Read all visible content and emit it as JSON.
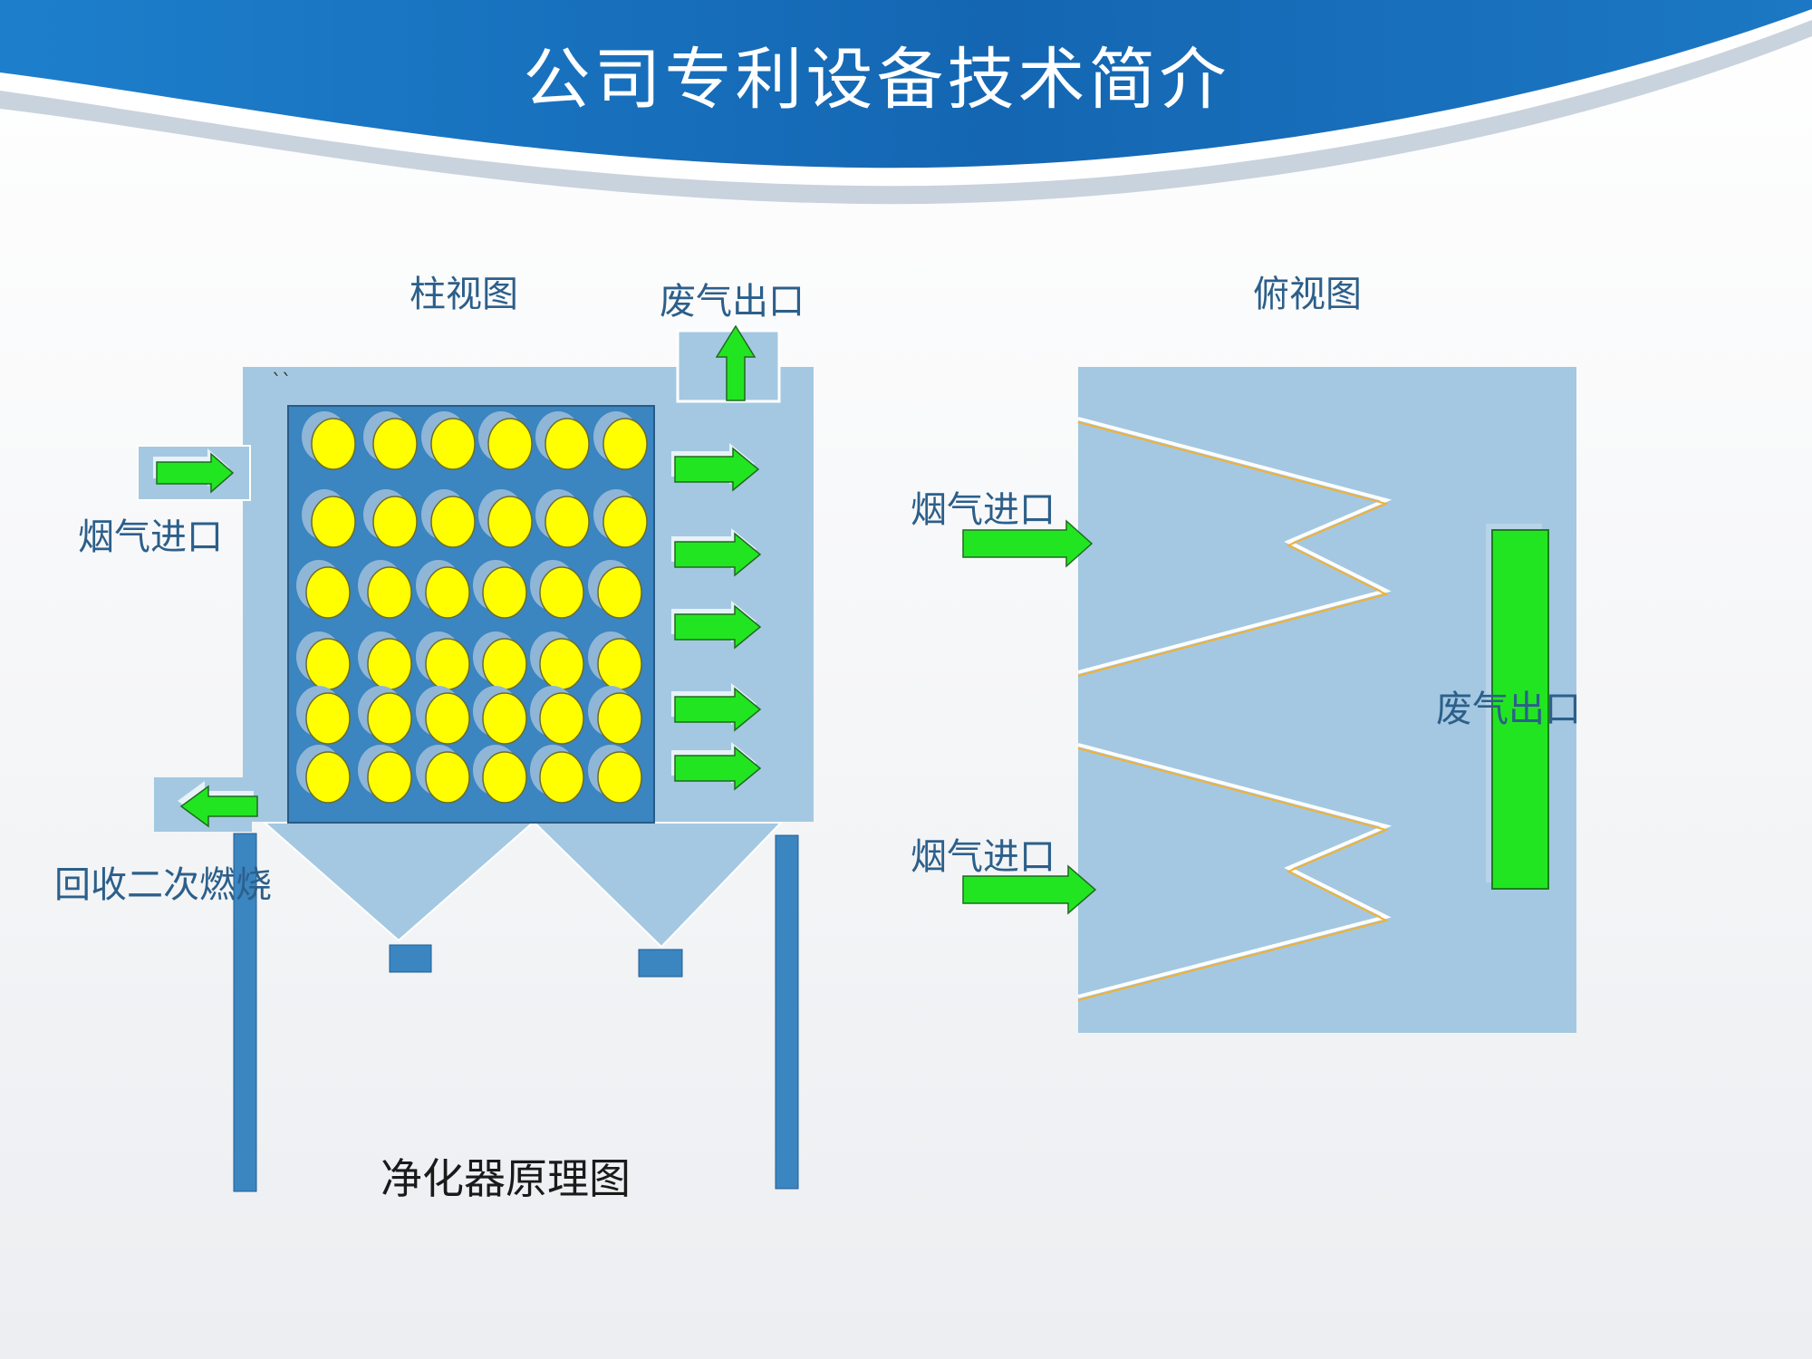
{
  "title": "公司专利设备技术简介",
  "side_view": {
    "caption": "柱视图",
    "exhaust_outlet": "废气出口",
    "flue_inlet": "烟气进口",
    "recycle": "回收二次燃烧",
    "stray_mark": "``",
    "diagram_title": "净化器原理图"
  },
  "top_view": {
    "caption": "俯视图",
    "inlet_top": "烟气进口",
    "inlet_bottom": "烟气进口",
    "exhaust_outlet": "废气出口"
  },
  "colors": {
    "header_blue": "#1669b5",
    "panel_light": "#a4c8e1",
    "filter_box": "#3b85c0",
    "filter_ball": "#ffff00",
    "arrow_green": "#22e522",
    "zigzag": "#f2b134",
    "support_leg": "#3b85c0"
  },
  "filter_grid": {
    "rows": 6,
    "cols": 6
  }
}
